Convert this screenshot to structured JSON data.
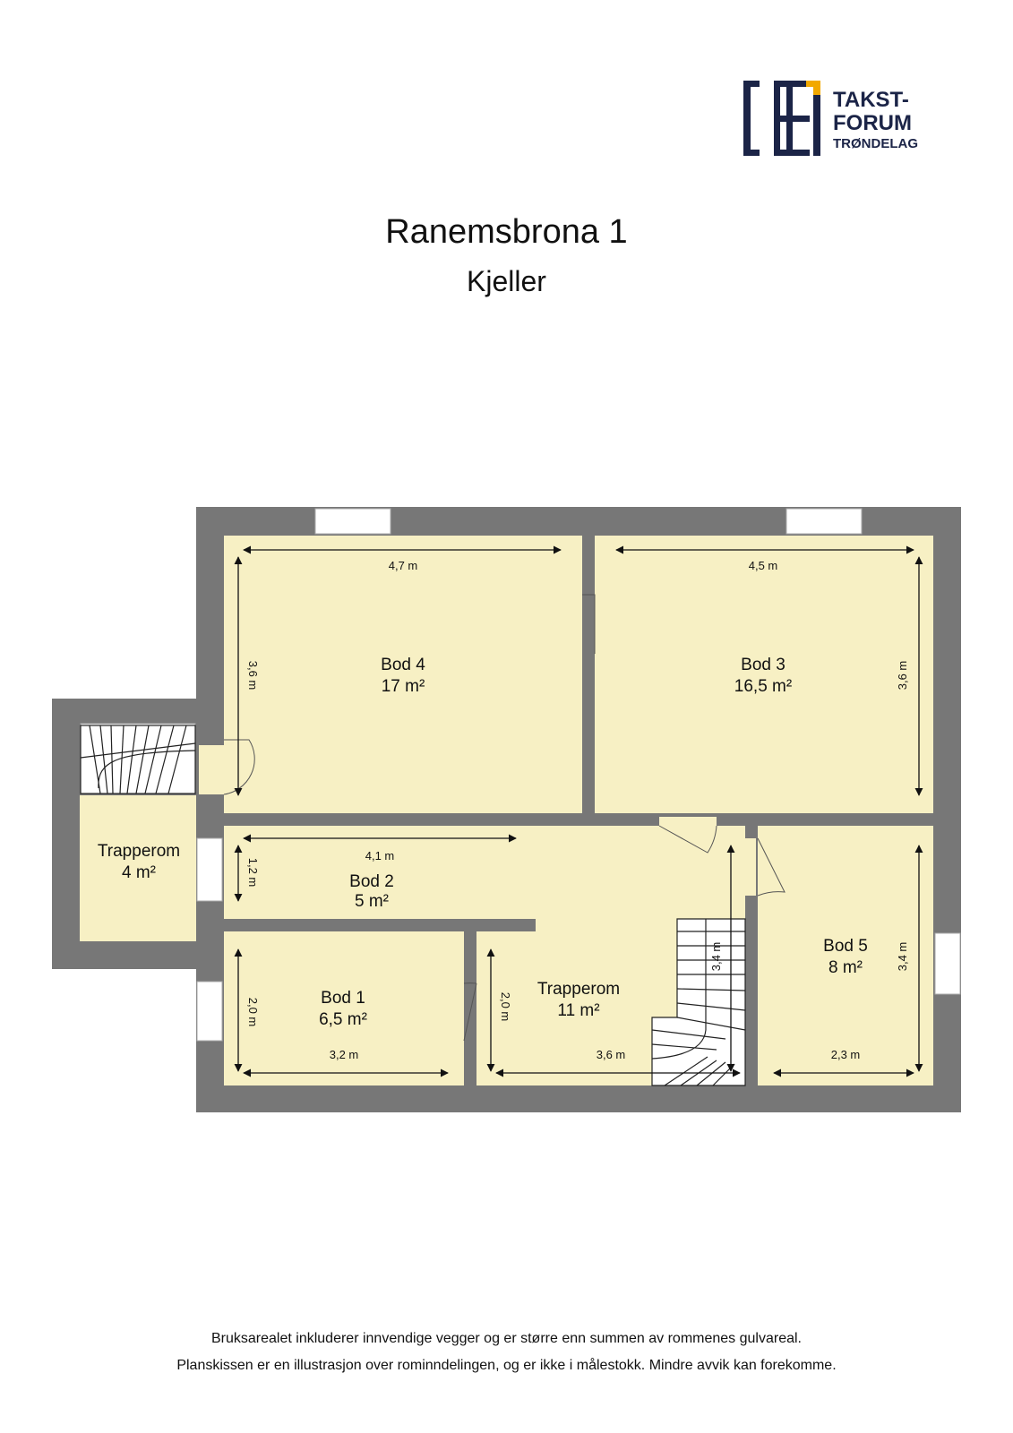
{
  "logo": {
    "line1": "TAKST-",
    "line2": "FORUM",
    "line3": "TRØNDELAG",
    "accent": "#f2a900",
    "brand": "#1b2447"
  },
  "title": "Ranemsbrona 1",
  "subtitle": "Kjeller",
  "colors": {
    "wall": "#777777",
    "room": "#f7f0c4",
    "text": "#111111"
  },
  "rooms": {
    "bod4": {
      "name": "Bod 4",
      "area": "17 m²",
      "w": "4,7 m",
      "h": "3,6 m"
    },
    "bod3": {
      "name": "Bod 3",
      "area": "16,5 m²",
      "w": "4,5 m",
      "h": "3,6 m"
    },
    "trapperom_left": {
      "name": "Trapperom",
      "area": "4 m²"
    },
    "bod2": {
      "name": "Bod 2",
      "area": "5 m²",
      "w": "4,1 m",
      "h": "1,2 m"
    },
    "bod1": {
      "name": "Bod 1",
      "area": "6,5 m²",
      "w": "3,2 m",
      "h": "2,0 m"
    },
    "trapperom": {
      "name": "Trapperom",
      "area": "11 m²",
      "w": "3,6 m",
      "h": "2,0 m",
      "h2": "3,4 m"
    },
    "bod5": {
      "name": "Bod 5",
      "area": "8 m²",
      "w": "2,3 m",
      "h": "3,4 m"
    }
  },
  "footer": {
    "line1": "Bruksarealet inkluderer innvendige vegger og er større enn summen av rommenes gulvareal.",
    "line2": "Planskissen er en illustrasjon over rominndelingen, og er ikke i målestokk. Mindre avvik kan forekomme."
  }
}
